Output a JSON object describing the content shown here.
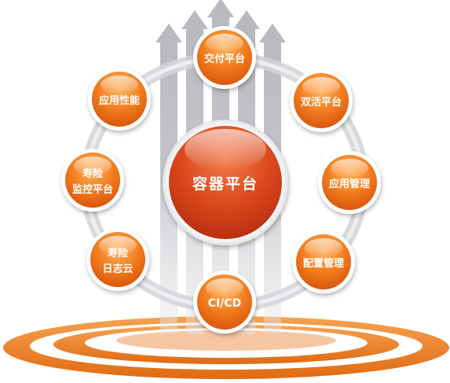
{
  "center": {
    "label": "容器平台"
  },
  "nodes": {
    "delivery": {
      "label": "交付平台"
    },
    "active_active": {
      "label": "双活平台"
    },
    "app_mgmt": {
      "label": "应用管理"
    },
    "config_mgmt": {
      "label": "配置管理"
    },
    "cicd": {
      "label": "CI/CD"
    },
    "life_logcloud": {
      "line1": "寿险",
      "line2": "日志云"
    },
    "life_monitor": {
      "line1": "寿险",
      "line2": "监控平台"
    },
    "app_perf": {
      "label": "应用性能"
    }
  },
  "colors": {
    "node_orange": "#f07a1e",
    "center_red": "#d9441c",
    "arrow_gray": "#c9cace",
    "ring_gray": "#d6d7da",
    "base_orange": "#f08a2e"
  }
}
